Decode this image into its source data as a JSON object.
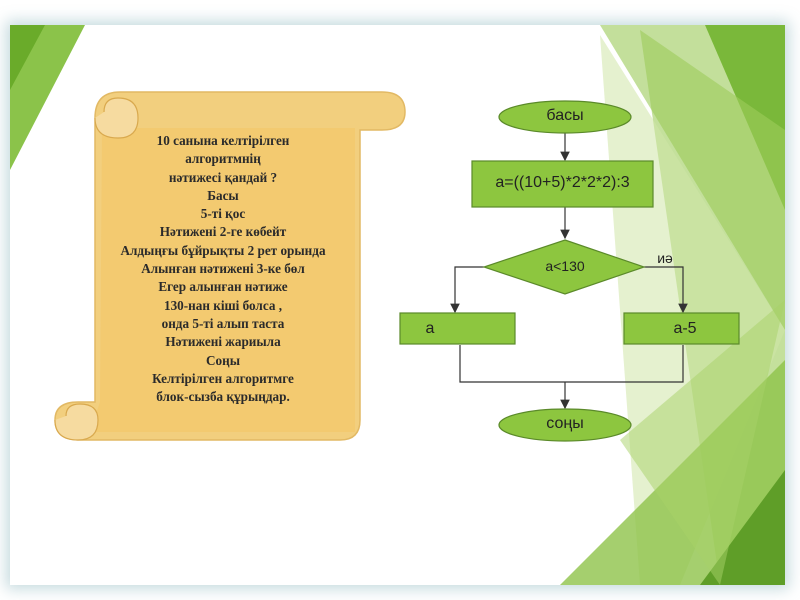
{
  "colors": {
    "node_fill": "#8dc63f",
    "node_border": "#5b8a2a",
    "scroll_fill": "#f5d898",
    "scroll_inner": "#f7c45e",
    "accent_green": "#6aab2a"
  },
  "scroll": {
    "lines": [
      "10 санына келтірілген",
      "алгоритмнің",
      "нәтижесі қандай ?",
      "Басы",
      "5-ті қос",
      "Нәтижені 2-ге көбейт",
      "Алдыңғы бұйрықты 2 рет орында",
      "Алынған нәтижені 3-ке бөл",
      "Егер алынған нәтиже",
      "130-нан кіші болса ,",
      "онда 5-ті алып таста",
      "Нәтижені жариыла",
      "Соңы",
      "Келтірілген алгоритмге",
      "блок-сызба құрыңдар."
    ]
  },
  "flowchart": {
    "start_label": "басы",
    "process_label": "a=((10+5)*2*2*2):3",
    "decision_label": "a<130",
    "yes_label": "иә",
    "left_box_label": "a",
    "right_box_label": "a-5",
    "end_label": "соңы"
  }
}
